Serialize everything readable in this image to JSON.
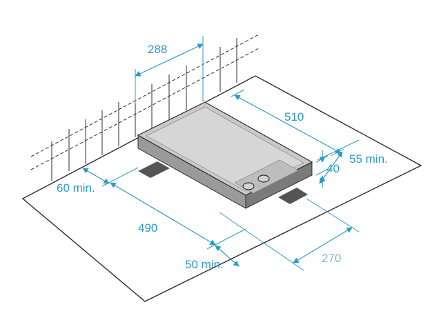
{
  "dimensions": {
    "width_top": "288",
    "depth": "510",
    "rear_clearance": "55 min.",
    "height": "40",
    "side_clearance": "60 min.",
    "length": "490",
    "front_clearance": "50 min.",
    "cutout_width": "270"
  },
  "colors": {
    "dimension": "#2a9bc4",
    "dimension_muted": "#7fb8cc",
    "outline": "#2b2b2b",
    "hob_surface": "#c9c9c9",
    "hob_edge": "#8f8f8f",
    "support": "#555555"
  }
}
